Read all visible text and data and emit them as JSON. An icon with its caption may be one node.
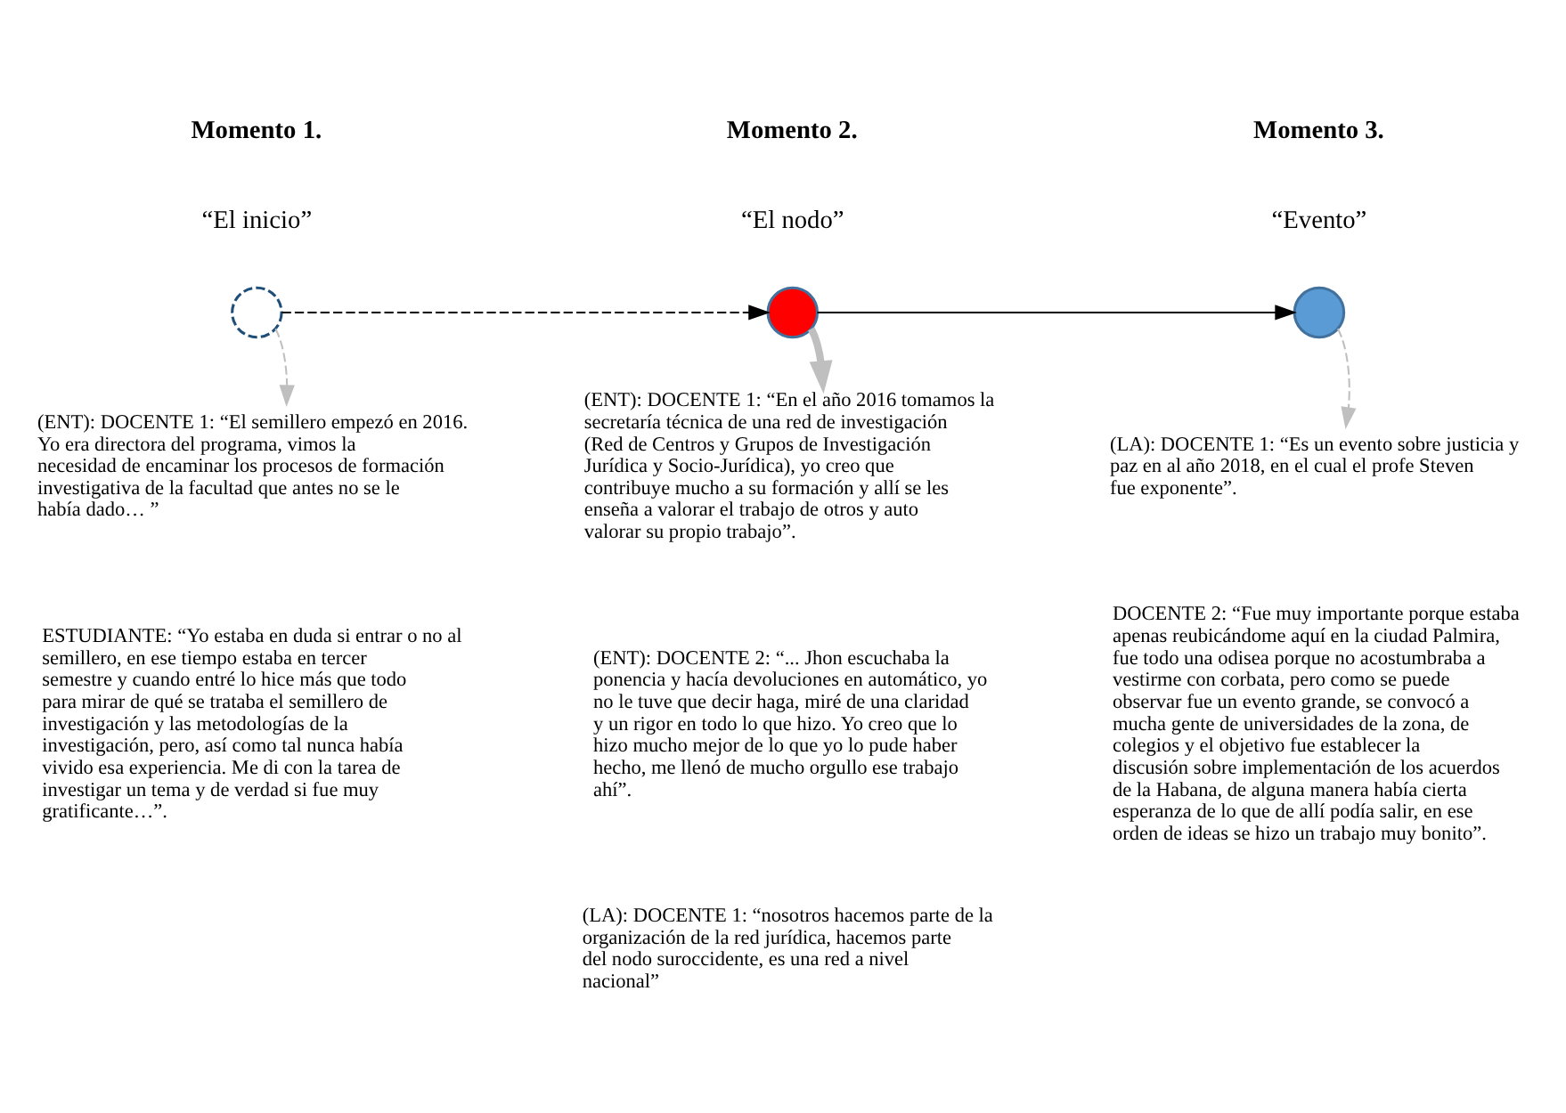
{
  "diagram": {
    "nodes": [
      {
        "text": [],
        "shape": "circle"
      },
      {
        "text": [],
        "shape": "circle"
      },
      {
        "text": [],
        "shape": "circle"
      },
      {
        "text": [
          "(ENT): DOCENTE 1: “El semillero empezó en 2016. Yo era directora del programa, vimos la necesidad de encaminar los procesos de formación investigativa de la facultad que antes no se le había dado… ”"
        ]
      },
      {
        "text": [
          "(ENT): DOCENTE 1: “En el año 2016 tomamos la secretaría técnica de una red de investigación (Red de Centros y Grupos de Investigación Jurídica y Socio-Jurídica), yo creo que contribuye mucho a su formación y allí se les enseña a valorar el trabajo de otros y auto valorar su propio trabajo”."
        ]
      },
      {
        "text": [
          "(LA): DOCENTE 1: “Es un evento sobre justicia y paz en al año 2018, en el cual el profe Steven fue exponente”."
        ]
      }
    ],
    "edges": [
      {
        "from": 0,
        "to": 1,
        "arrow": "to",
        "style": "dashed",
        "color": "#000000"
      },
      {
        "from": 1,
        "to": 2,
        "arrow": "to",
        "color": "#000000"
      },
      {
        "from": 0,
        "to": 3,
        "arrow": "to",
        "style": "dashed",
        "color": "#bfbfbf"
      },
      {
        "from": 1,
        "to": 4,
        "arrow": "to",
        "style": "thick",
        "color": "#bfbfbf"
      },
      {
        "from": 2,
        "to": 5,
        "arrow": "to",
        "style": "dashed",
        "color": "#bfbfbf"
      }
    ],
    "labels": [
      "Momento 1.",
      "“El inicio”",
      "Momento 2.",
      "“El nodo”",
      "Momento 3.",
      "“Evento”",
      "ESTUDIANTE: “Yo estaba en duda si entrar o no al semillero, en ese tiempo estaba en tercer semestre y cuando entré lo hice más que todo para mirar de qué se trataba el semillero de investigación y las metodologías de la investigación, pero, así como tal nunca había vivido esa experiencia. Me di con la tarea de investigar un tema y de verdad si fue muy gratificante…”.",
      "(ENT): DOCENTE 2: “... Jhon escuchaba la ponencia y hacía devoluciones en automático, yo no le tuve que decir haga, miré de una claridad y un rigor en todo lo que hizo. Yo creo que lo hizo mucho mejor de lo que yo lo pude haber hecho, me llenó de mucho orgullo ese trabajo ahí”.",
      "(LA): DOCENTE 1: “nosotros hacemos parte de la organización de la red jurídica, hacemos parte del nodo suroccidente, es una red a nivel nacional”",
      "DOCENTE 2: “Fue muy importante porque estaba apenas reubicándome aquí en la ciudad Palmira, fue todo una odisea porque no acostumbraba a vestirme con corbata, pero como se puede observar fue un evento grande, se convocó a mucha gente de universidades de la zona, de colegios y el objetivo fue establecer la discusión sobre implementación de los acuerdos de la Habana, de alguna manera había cierta esperanza de lo que de allí podía salir, en ese orden de ideas se hizo un trabajo muy bonito”."
    ]
  }
}
